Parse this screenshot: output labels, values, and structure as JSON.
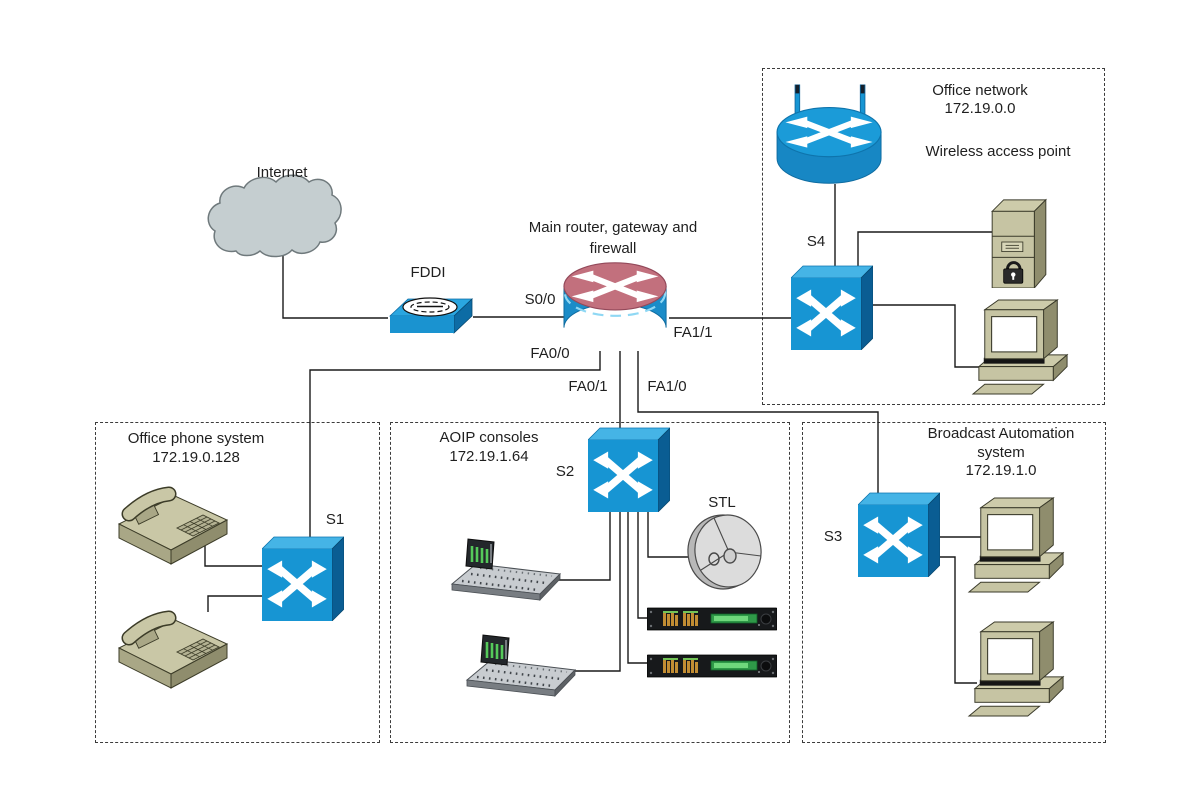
{
  "diagram": {
    "nodes": {
      "internet": {
        "label": "Internet"
      },
      "fddi": {
        "label": "FDDI"
      },
      "router": {
        "label": "Main router, gateway and firewall"
      },
      "wireless_access_point": {
        "label": "Wireless access point"
      },
      "stl": {
        "label": "STL"
      }
    },
    "zones": {
      "office_network": {
        "title": "Office network",
        "subnet": "172.19.0.0"
      },
      "office_phone": {
        "title": "Office phone system",
        "subnet": "172.19.0.128"
      },
      "aoip": {
        "title": "AOIP consoles",
        "subnet": "172.19.1.64"
      },
      "broadcast": {
        "title": "Broadcast Automation system",
        "subnet": "172.19.1.0"
      }
    },
    "switches": {
      "s1": {
        "label": "S1"
      },
      "s2": {
        "label": "S2"
      },
      "s3": {
        "label": "S3"
      },
      "s4": {
        "label": "S4"
      }
    },
    "router_interfaces": {
      "s0_0": {
        "label": "S0/0"
      },
      "fa0_0": {
        "label": "FA0/0"
      },
      "fa0_1": {
        "label": "FA0/1"
      },
      "fa1_0": {
        "label": "FA1/0"
      },
      "fa1_1": {
        "label": "FA1/1"
      }
    },
    "colors": {
      "device_blue": "#1795d3",
      "router_top": "#c2707d",
      "equipment_beige": "#c6c4a3",
      "line": "#1a1a1a"
    }
  }
}
